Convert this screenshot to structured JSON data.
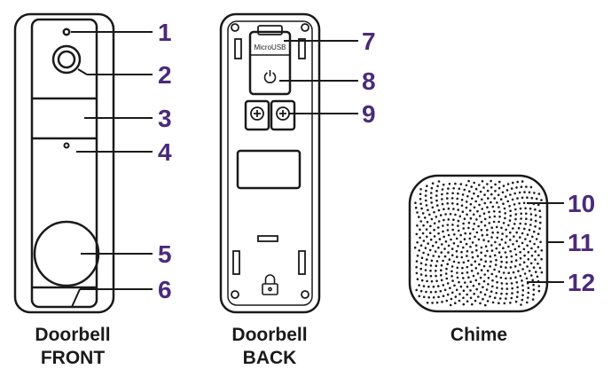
{
  "diagram": {
    "callouts": [
      "1",
      "2",
      "3",
      "4",
      "5",
      "6",
      "7",
      "8",
      "9",
      "10",
      "11",
      "12"
    ],
    "back_port_label": "MicroUSB",
    "captions": {
      "front_line1": "Doorbell",
      "front_line2": "FRONT",
      "back_line1": "Doorbell",
      "back_line2": "BACK",
      "chime": "Chime"
    },
    "colors": {
      "callout_number": "#4b2a7b",
      "outline": "#1a1a1a",
      "leader_line": "#1a1a1a",
      "background": "#ffffff"
    },
    "icons": [
      "power-icon",
      "screw-icon",
      "lock-icon"
    ]
  }
}
